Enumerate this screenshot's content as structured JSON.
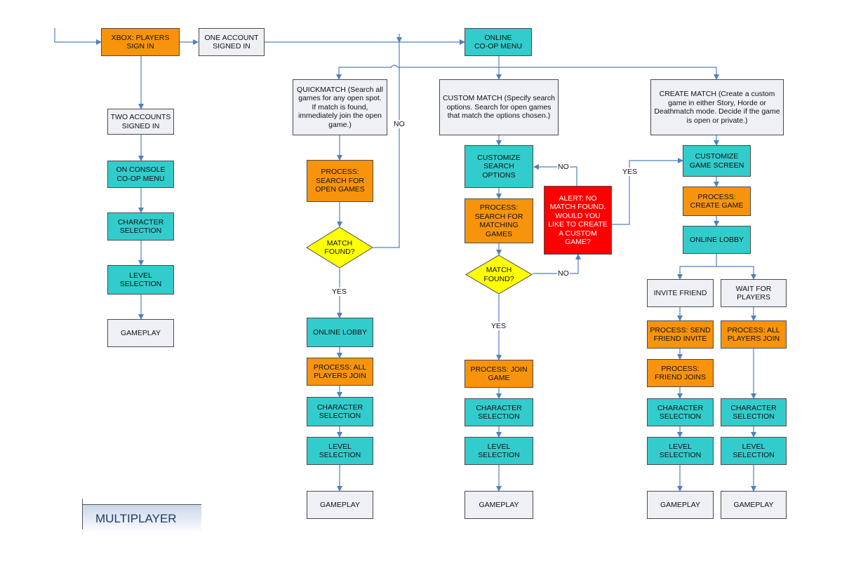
{
  "diagram": {
    "nodes": {
      "xbox_sign_in": "XBOX: PLAYERS\nSIGN IN",
      "one_account": "ONE ACCOUNT\nSIGNED IN",
      "two_accounts": "TWO ACCOUNTS\nSIGNED IN",
      "console_coop_menu": "ON CONSOLE\nCO-OP MENU",
      "left_character": "CHARACTER\nSELECTION",
      "left_level": "LEVEL\nSELECTION",
      "left_gameplay": "GAMEPLAY",
      "online_coop_menu": "ONLINE\nCO-OP MENU",
      "quickmatch": "QUICKMATCH\n(Search all games for any open spot. If match is found, immediately join the open game.)",
      "qm_search": "PROCESS:\nSEARCH FOR\nOPEN GAMES",
      "qm_match_found": "MATCH\nFOUND?",
      "qm_online_lobby": "ONLINE LOBBY",
      "qm_all_join": "PROCESS: ALL\nPLAYERS JOIN",
      "qm_character": "CHARACTER\nSELECTION",
      "qm_level": "LEVEL\nSELECTION",
      "qm_gameplay": "GAMEPLAY",
      "custom_match": "CUSTOM MATCH\n(Specify search options.  Search for open games that match the options chosen.)",
      "customize_search": "CUSTOMIZE\nSEARCH\nOPTIONS",
      "cm_search": "PROCESS:\nSEARCH FOR\nMATCHING\nGAMES",
      "cm_match_found": "MATCH\nFOUND?",
      "alert": "ALERT: NO\nMATCH FOUND.\nWOULD YOU\nLIKE TO CREATE\nA CUSTOM\nGAME?",
      "cm_join": "PROCESS: JOIN\nGAME",
      "cm_character": "CHARACTER\nSELECTION",
      "cm_level": "LEVEL\nSELECTION",
      "cm_gameplay": "GAMEPLAY",
      "create_match": "CREATE MATCH\n(Create a custom game in either Story, Horde or Deathmatch mode. Decide if the game is open or private.)",
      "customize_game": "CUSTOMIZE\nGAME SCREEN",
      "create_game": "PROCESS:\nCREATE GAME",
      "cr_online_lobby": "ONLINE LOBBY",
      "invite_friend": "INVITE FRIEND",
      "wait_players": "WAIT FOR\nPLAYERS",
      "send_invite": "PROCESS: SEND\nFRIEND INVITE",
      "friend_joins": "PROCESS:\nFRIEND JOINS",
      "wait_all_join": "PROCESS: ALL\nPLAYERS JOIN",
      "cr_character_a": "CHARACTER\nSELECTION",
      "cr_level_a": "LEVEL\nSELECTION",
      "cr_gameplay_a": "GAMEPLAY",
      "cr_character_b": "CHARACTER\nSELECTION",
      "cr_level_b": "LEVEL\nSELECTION",
      "cr_gameplay_b": "GAMEPLAY"
    },
    "edge_labels": {
      "qm_no": "NO",
      "qm_yes": "YES",
      "cm_yes": "YES",
      "cm_no": "NO",
      "alert_no": "NO",
      "alert_yes": "YES"
    },
    "legend": "MULTIPLAYER",
    "colors": {
      "screen": "#eef0f6",
      "process": "#f7940c",
      "menu": "#33cccc",
      "alert": "#ff0000",
      "decision": "#ffff00",
      "connector": "#4f81bd"
    }
  }
}
